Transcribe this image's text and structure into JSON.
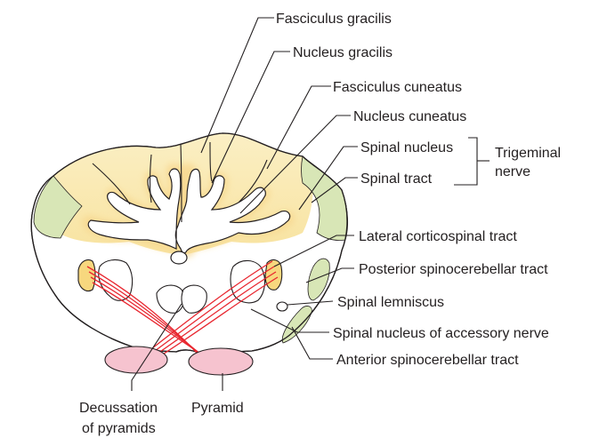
{
  "labels": {
    "fasciculus_gracilis": "Fasciculus gracilis",
    "nucleus_gracilis": "Nucleus gracilis",
    "fasciculus_cuneatus": "Fasciculus cuneatus",
    "nucleus_cuneatus": "Nucleus cuneatus",
    "spinal_nucleus": "Spinal nucleus",
    "spinal_tract": "Spinal tract",
    "trigeminal_line1": "Trigeminal",
    "trigeminal_line2": "nerve",
    "lateral_corticospinal": "Lateral corticospinal tract",
    "posterior_spinocerebellar": "Posterior spinocerebellar tract",
    "spinal_lemniscus": "Spinal lemniscus",
    "spinal_nucleus_accessory": "Spinal nucleus of accessory nerve",
    "anterior_spinocerebellar": "Anterior spinocerebellar tract",
    "decussation_line1": "Decussation",
    "decussation_line2": "of pyramids",
    "pyramid": "Pyramid"
  },
  "colors": {
    "outline": "#231f20",
    "dorsal_column": "#fbefc0",
    "cerebellar_tract": "#d8e6b6",
    "pyramid": "#f6c3cf",
    "fibers": "#e8262f",
    "corticospinal_fill": "#f7d77e",
    "background": "#ffffff"
  }
}
